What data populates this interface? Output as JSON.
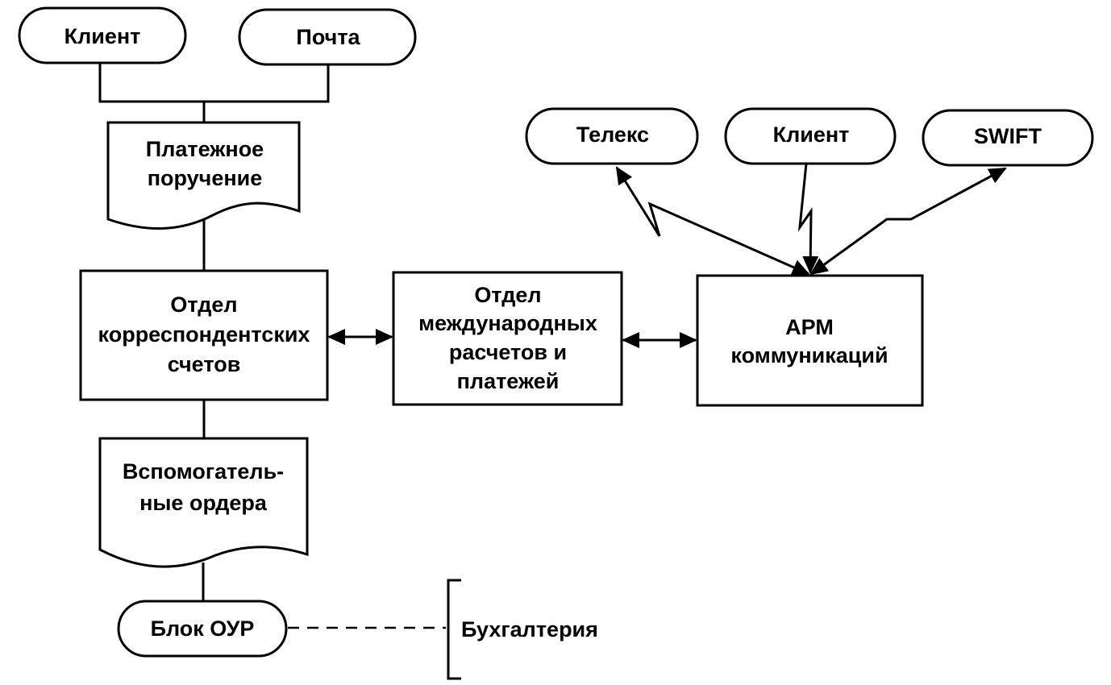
{
  "diagram": {
    "title": "",
    "nodes": {
      "client_top": {
        "label": "Клиент",
        "shape": "terminator"
      },
      "mail": {
        "label": "Почта",
        "shape": "terminator"
      },
      "payment_order": {
        "lines": [
          "Платежное",
          "поручение"
        ],
        "shape": "document"
      },
      "corr_accounts_dept": {
        "lines": [
          "Отдел",
          "корреспондентских",
          "счетов"
        ],
        "shape": "process"
      },
      "intl_settlements_dept": {
        "lines": [
          "Отдел",
          "международных",
          "расчетов и",
          "платежей"
        ],
        "shape": "process"
      },
      "comm_workstation": {
        "lines": [
          "АРМ",
          "коммуникаций"
        ],
        "shape": "process"
      },
      "telex": {
        "label": "Телекс",
        "shape": "terminator"
      },
      "client_right": {
        "label": "Клиент",
        "shape": "terminator"
      },
      "swift": {
        "label": "SWIFT",
        "shape": "terminator"
      },
      "aux_orders": {
        "lines": [
          "Вспомогатель-",
          "ные ордера"
        ],
        "shape": "document"
      },
      "our_block": {
        "label": "Блок ОУР",
        "shape": "terminator"
      },
      "accounting": {
        "label": "Бухгалтерия",
        "shape": "annotation"
      }
    },
    "edges": [
      {
        "from": "client_top",
        "to": "payment_order",
        "type": "line"
      },
      {
        "from": "mail",
        "to": "payment_order",
        "type": "line"
      },
      {
        "from": "payment_order",
        "to": "corr_accounts_dept",
        "type": "line"
      },
      {
        "from": "corr_accounts_dept",
        "to": "intl_settlements_dept",
        "type": "bidirectional-arrow"
      },
      {
        "from": "intl_settlements_dept",
        "to": "comm_workstation",
        "type": "bidirectional-arrow"
      },
      {
        "from": "telex",
        "to": "comm_workstation",
        "type": "communication-link-bidirectional"
      },
      {
        "from": "client_right",
        "to": "comm_workstation",
        "type": "communication-link-arrow"
      },
      {
        "from": "swift",
        "to": "comm_workstation",
        "type": "communication-link-bidirectional"
      },
      {
        "from": "corr_accounts_dept",
        "to": "aux_orders",
        "type": "line"
      },
      {
        "from": "aux_orders",
        "to": "our_block",
        "type": "line"
      },
      {
        "from": "our_block",
        "to": "accounting",
        "type": "dashed-annotation"
      }
    ]
  }
}
